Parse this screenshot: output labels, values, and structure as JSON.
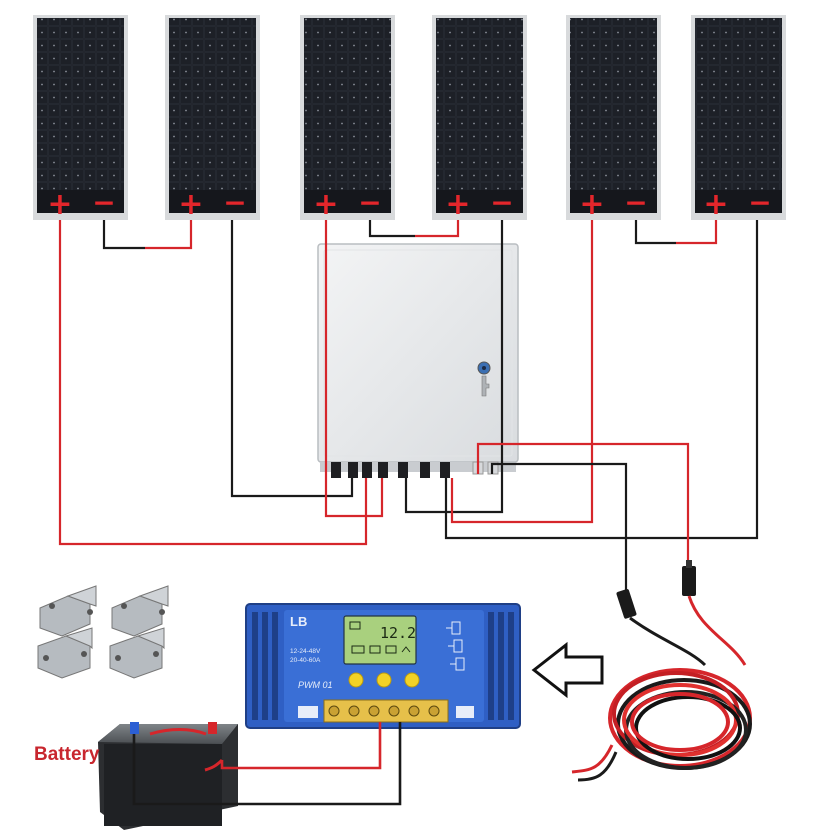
{
  "panels": [
    {
      "plus": "+",
      "minus": "−"
    },
    {
      "plus": "+",
      "minus": "−"
    },
    {
      "plus": "+",
      "minus": "−"
    },
    {
      "plus": "+",
      "minus": "−"
    },
    {
      "plus": "+",
      "minus": "−"
    },
    {
      "plus": "+",
      "minus": "−"
    }
  ],
  "controller": {
    "brand": "LB",
    "display": "12.2",
    "spec_line1": "12-24-48V",
    "spec_line2": "20-40-60A",
    "model": "PWM 01"
  },
  "battery": {
    "label": "Battery"
  },
  "colors": {
    "positive_wire": "#d6262b",
    "negative_wire": "#1a1a1a",
    "controller_blue": "#2f5fc4",
    "panel_cell": "#15171c"
  }
}
